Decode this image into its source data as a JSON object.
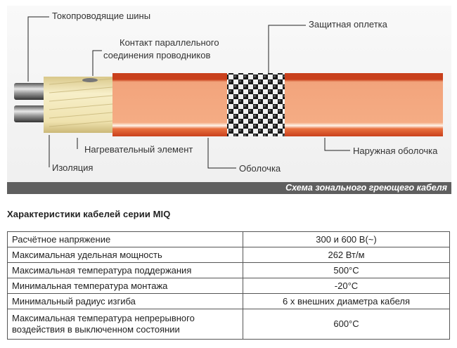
{
  "diagram": {
    "labels": {
      "busbars": "Токопроводящие шины",
      "contact_line1": "Контакт параллельного",
      "contact_line2": "соединения проводников",
      "braid": "Защитная оплетка",
      "heating_element": "Нагревательный элемент",
      "insulation": "Изоляция",
      "sheath": "Оболочка",
      "outer_jacket": "Наружная оболочка"
    },
    "caption": "Схема зонального греющего кабеля"
  },
  "specs": {
    "title": "Характеристики кабелей серии MIQ",
    "rows": [
      {
        "name": "Расчётное напряжение",
        "value": "300 и 600 В(~)"
      },
      {
        "name": "Максимальная удельная мощность",
        "value": "262 Вт/м"
      },
      {
        "name": "Максимальная температура поддержания",
        "value": "500°С"
      },
      {
        "name": "Минимальная температура монтажа",
        "value": "-20°С"
      },
      {
        "name": "Минимальный радиус изгиба",
        "value": "6 х внешних диаметра кабеля"
      },
      {
        "name_line1": "Максимальная температура непрерывного",
        "name_line2": "воздействия в выключенном состоянии",
        "value": "600°С"
      }
    ]
  },
  "colors": {
    "jacket": "#f4a27a",
    "jacket_dark": "#c9401c",
    "insulation": "#efe4b0",
    "caption_bar": "#5f5f5f"
  }
}
